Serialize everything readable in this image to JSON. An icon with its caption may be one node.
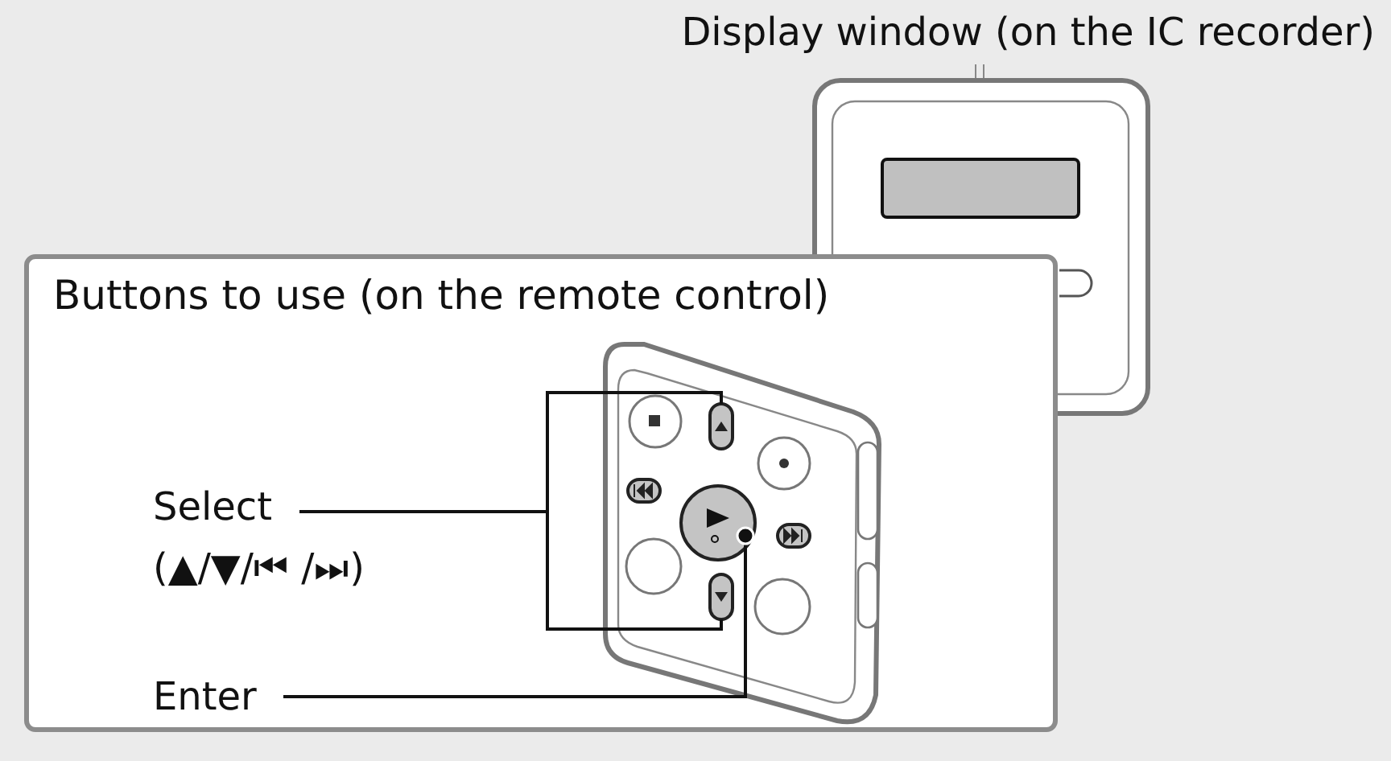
{
  "diagram": {
    "nodes": [
      {
        "text": [
          "Buttons to use (on the remote control)"
        ]
      },
      {
        "text": [
          "Select",
          "(▲/▼/⏮ /⏭)"
        ],
        "in": 0
      },
      {
        "text": [
          "Enter"
        ],
        "in": 0
      },
      {
        "text": [],
        "shape": "button",
        "in": 0
      },
      {
        "text": [],
        "shape": "button",
        "in": 0
      },
      {
        "text": [],
        "shape": "circle",
        "in": 0
      }
    ],
    "edges": [
      {
        "from": 1,
        "to": 3,
        "arrow": "none"
      },
      {
        "from": 1,
        "to": 4,
        "arrow": "none"
      },
      {
        "from": 2,
        "to": 5,
        "arrow": "other"
      }
    ],
    "labels": [
      "Display window (on the IC recorder)"
    ]
  }
}
